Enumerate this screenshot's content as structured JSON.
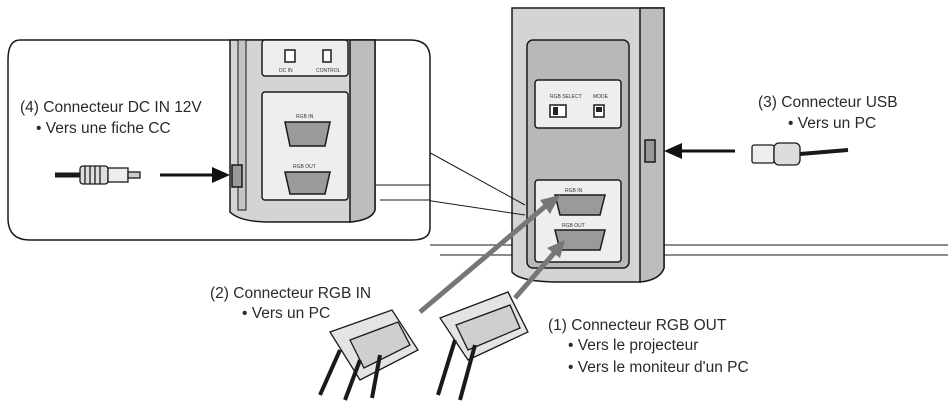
{
  "callouts": {
    "dc_in": {
      "title": "(4) Connecteur DC IN 12V",
      "sub1": "• Vers une fiche CC"
    },
    "usb": {
      "title": "(3) Connecteur USB",
      "sub1": "• Vers un PC"
    },
    "rgb_in": {
      "title": "(2) Connecteur RGB IN",
      "sub1": "• Vers un PC"
    },
    "rgb_out": {
      "title": "(1) Connecteur RGB OUT",
      "sub1": "• Vers le projecteur",
      "sub2": "• Vers le moniteur d'un PC"
    }
  },
  "panel_labels": {
    "rgb_in": "RGB IN",
    "rgb_out": "RGB OUT",
    "dc_in": "DC IN",
    "control": "CONTROL",
    "rgb_select": "RGB SELECT",
    "mode": "MODE"
  },
  "colors": {
    "line": "#1a1a1a",
    "device": "#d6d6d6",
    "panel": "#f0f0f0",
    "shade": "#bdbdbd"
  }
}
